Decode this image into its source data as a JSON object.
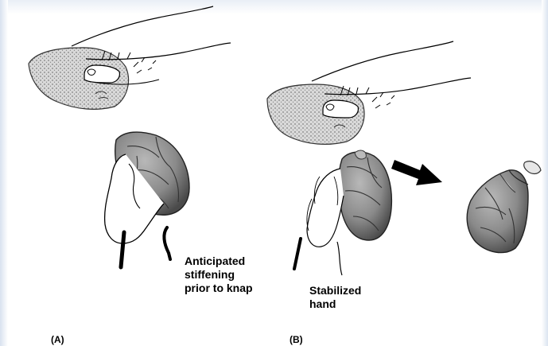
{
  "panels": {
    "a": {
      "label": "(A)",
      "caption_lines": [
        "Anticipated",
        "stiffening",
        "prior to knap"
      ]
    },
    "b": {
      "label": "(B)",
      "caption_lines": [
        "Stabilized",
        "hand"
      ]
    }
  },
  "arrow": {
    "color": "#000000"
  }
}
